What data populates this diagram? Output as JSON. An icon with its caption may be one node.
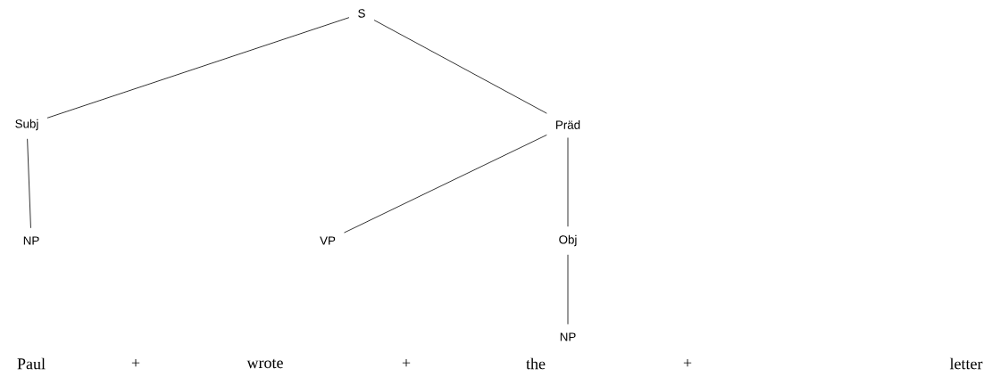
{
  "diagram": {
    "nodes": [
      {
        "text": [
          "S"
        ]
      },
      {
        "text": [
          "Subj"
        ]
      },
      {
        "text": [
          "Präd"
        ]
      },
      {
        "text": [
          "NP"
        ]
      },
      {
        "text": [
          "VP"
        ]
      },
      {
        "text": [
          "Obj"
        ]
      },
      {
        "text": [
          "NP"
        ]
      }
    ],
    "edges": [
      {
        "from": 0,
        "to": 1,
        "arrow": "none"
      },
      {
        "from": 0,
        "to": 2,
        "arrow": "none"
      },
      {
        "from": 1,
        "to": 3,
        "arrow": "none"
      },
      {
        "from": 2,
        "to": 4,
        "arrow": "none"
      },
      {
        "from": 2,
        "to": 5,
        "arrow": "none"
      },
      {
        "from": 5,
        "to": 6,
        "arrow": "none"
      }
    ],
    "labels": [
      "Paul",
      "+",
      "wrote",
      "+",
      "the",
      "+",
      "letter"
    ]
  }
}
